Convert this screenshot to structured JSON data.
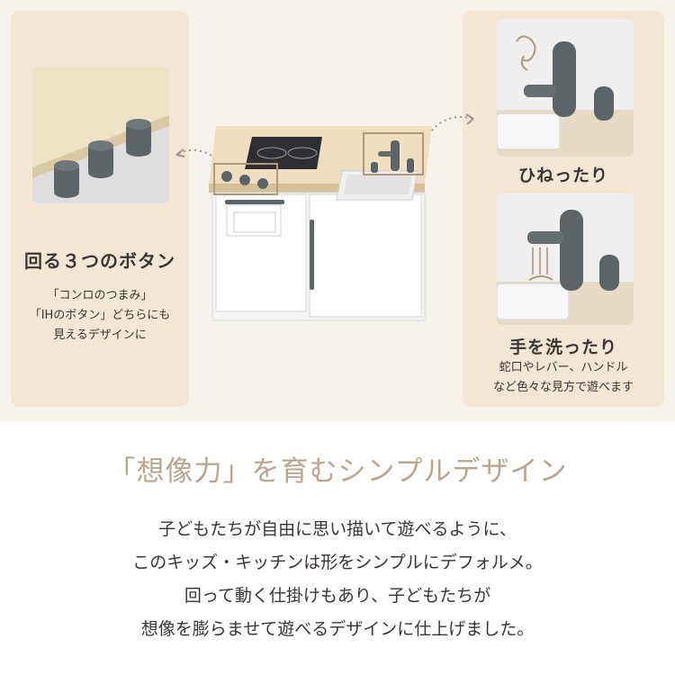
{
  "left_feature": {
    "title": "回る３つのボタン",
    "note_lines": [
      "「コンロのつまみ」",
      "「IHのボタン」どちらにも",
      "見えるデザインに"
    ]
  },
  "right_features": [
    {
      "title": "ひねったり"
    },
    {
      "title": "手を洗ったり",
      "note_lines": [
        "蛇口やレバー、ハンドル",
        "など色々な見方で遊べます"
      ]
    }
  ],
  "main": {
    "heading": "「想像力」を育むシンプルデザイン",
    "body_lines": [
      "子どもたちが自由に思い描いて遊べるように、",
      "このキッズ・キッチンは形をシンプルにデフォルメ。",
      "回って動く仕掛けもあり、子どもたちが",
      "想像を膨らませて遊べるデザインに仕上げました。"
    ]
  }
}
